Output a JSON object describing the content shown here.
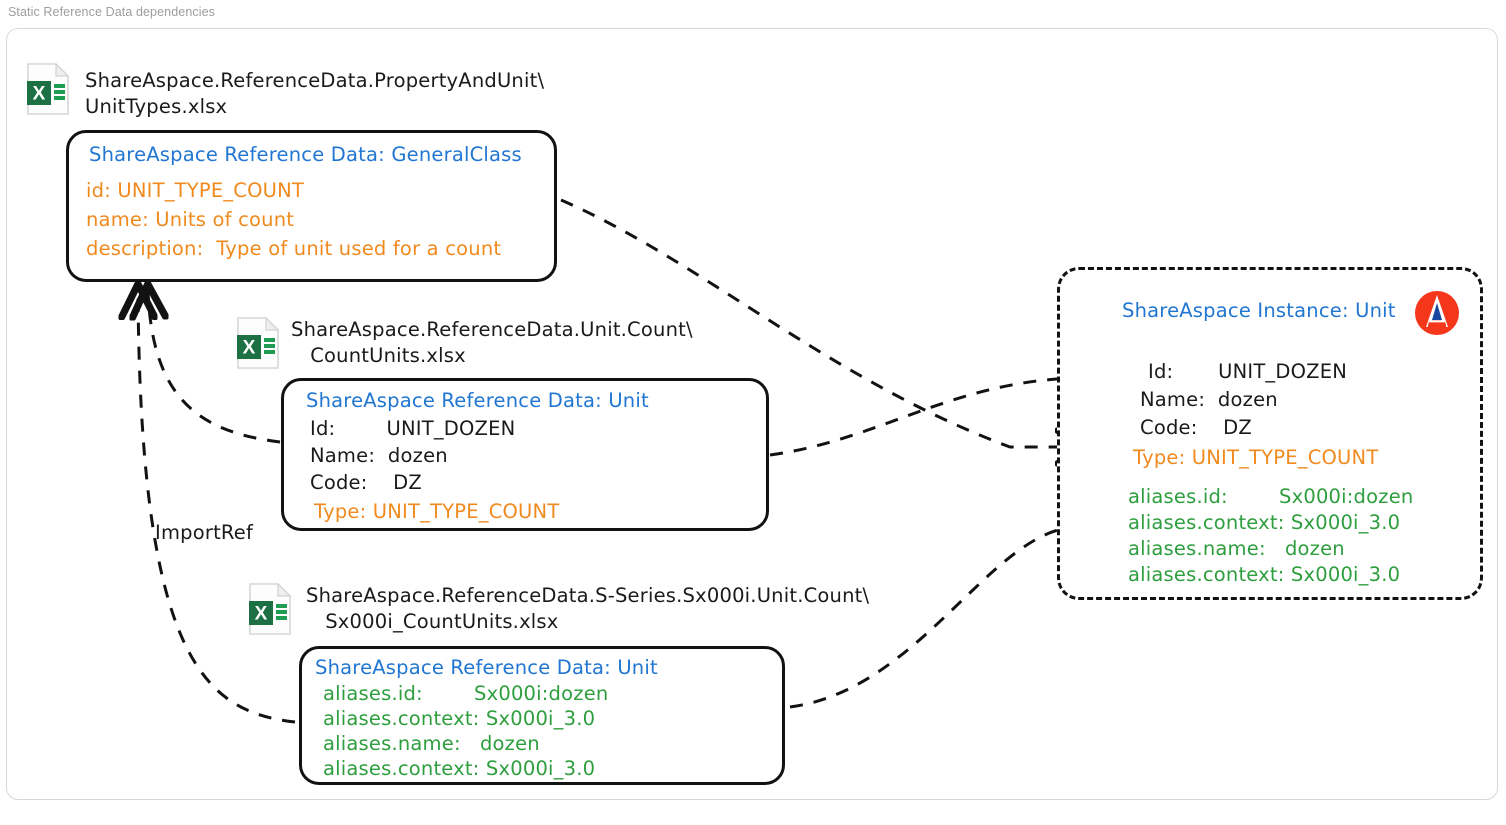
{
  "page": {
    "title": "Static Reference Data dependencies"
  },
  "colors": {
    "title_blue": "#2176d2",
    "value_orange": "#f08a1e",
    "alias_green": "#2e9e3e",
    "text_black": "#1a1a1a",
    "frame_gray": "#d9d9d9",
    "excel_green": "#1d7044",
    "logo_red": "#f4371a",
    "logo_blue": "#17479e"
  },
  "files": [
    {
      "icon": "excel-file-icon",
      "path_line1": "ShareAspace.ReferenceData.PropertyAndUnit\\",
      "path_line2": "UnitTypes.xlsx"
    },
    {
      "icon": "excel-file-icon",
      "path_line1": "ShareAspace.ReferenceData.Unit.Count\\",
      "path_line2": "CountUnits.xlsx"
    },
    {
      "icon": "excel-file-icon",
      "path_line1": "ShareAspace.ReferenceData.S-Series.Sx000i.Unit.Count\\",
      "path_line2": "Sx000i_CountUnits.xlsx"
    }
  ],
  "cards": [
    {
      "id": "general-class-card",
      "title": "ShareAspace Reference Data: GeneralClass",
      "rows": [
        {
          "label": "id:",
          "value": "UNIT_TYPE_COUNT",
          "color": "orange"
        },
        {
          "label": "name:",
          "value": "Units of count",
          "color": "orange"
        },
        {
          "label": "description:",
          "value": "Type of unit used for a count",
          "color": "orange"
        }
      ]
    },
    {
      "id": "count-units-card",
      "title": "ShareAspace Reference Data: Unit",
      "rows": [
        {
          "label": "Id:",
          "value": "UNIT_DOZEN",
          "color": "black"
        },
        {
          "label": "Name:",
          "value": "dozen",
          "color": "black"
        },
        {
          "label": "Code:",
          "value": "DZ",
          "color": "black"
        },
        {
          "label": "Type:",
          "value": "UNIT_TYPE_COUNT",
          "color": "orange"
        }
      ]
    },
    {
      "id": "sx000i-count-units-card",
      "title": "ShareAspace Reference Data: Unit",
      "rows": [
        {
          "label": "aliases.id:",
          "value": "Sx000i:dozen",
          "color": "green"
        },
        {
          "label": "aliases.context:",
          "value": "Sx000i_3.0",
          "color": "green"
        },
        {
          "label": "aliases.name:",
          "value": "dozen",
          "color": "green"
        },
        {
          "label": "aliases.context:",
          "value": "Sx000i_3.0",
          "color": "green"
        }
      ]
    }
  ],
  "instance": {
    "title": "ShareAspace Instance: Unit",
    "logo": "shareaspace-logo",
    "rows": [
      {
        "label": "Id:",
        "value": "UNIT_DOZEN",
        "color": "black"
      },
      {
        "label": "Name:",
        "value": "dozen",
        "color": "black"
      },
      {
        "label": "Code:",
        "value": "DZ",
        "color": "black"
      },
      {
        "label": "Type:",
        "value": "UNIT_TYPE_COUNT",
        "color": "orange"
      },
      {
        "label": "aliases.id:",
        "value": "Sx000i:dozen",
        "color": "green"
      },
      {
        "label": "aliases.context:",
        "value": "Sx000i_3.0",
        "color": "green"
      },
      {
        "label": "aliases.name:",
        "value": "dozen",
        "color": "green"
      },
      {
        "label": "aliases.context:",
        "value": "Sx000i_3.0",
        "color": "green"
      }
    ]
  },
  "edges": [
    {
      "label": "ImportRef"
    }
  ]
}
